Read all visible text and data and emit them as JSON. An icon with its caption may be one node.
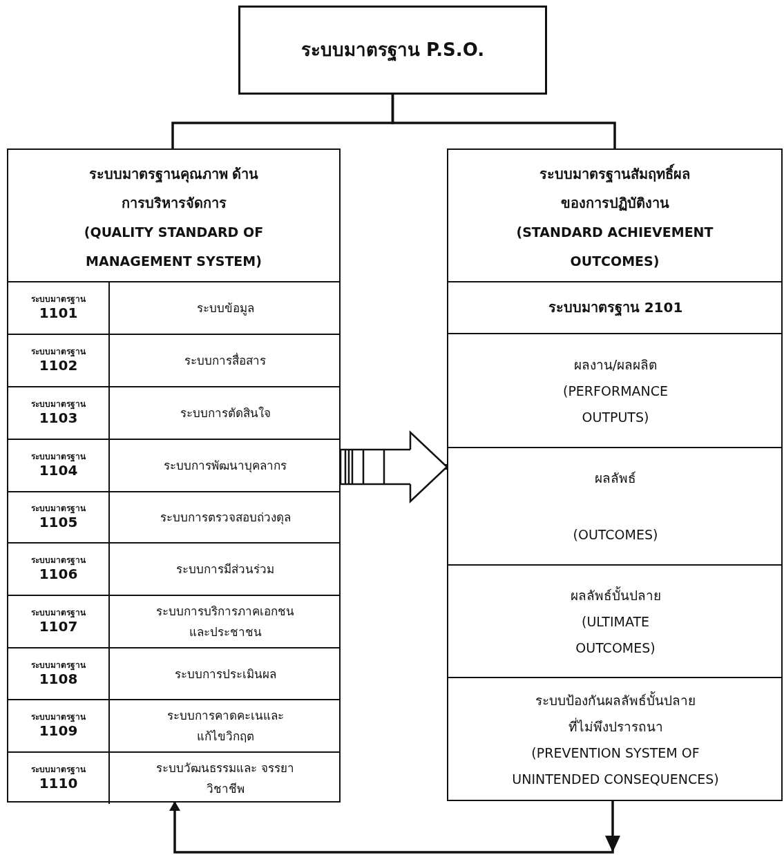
{
  "diagram": {
    "nodes": [
      {
        "text": [
          "ระบบมาตรฐาน P.S.O."
        ]
      },
      {
        "text": [
          "ระบบมาตรฐานคุณภาพ ด้านการบริหารจัดการ",
          "(QUALITY STANDARD OF MANAGEMENT SYSTEM)"
        ]
      },
      {
        "text": [
          "ระบบมาตรฐาน",
          "1101"
        ],
        "in": 1
      },
      {
        "text": [
          "ระบบข้อมูล"
        ],
        "in": 1
      },
      {
        "text": [
          "ระบบมาตรฐาน",
          "1102"
        ],
        "in": 1
      },
      {
        "text": [
          "ระบบการสื่อสาร"
        ],
        "in": 1
      },
      {
        "text": [
          "ระบบมาตรฐาน",
          "1103"
        ],
        "in": 1
      },
      {
        "text": [
          "ระบบการตัดสินใจ"
        ],
        "in": 1
      },
      {
        "text": [
          "ระบบมาตรฐาน",
          "1104"
        ],
        "in": 1
      },
      {
        "text": [
          "ระบบการพัฒนาบุคลากร"
        ],
        "in": 1
      },
      {
        "text": [
          "ระบบมาตรฐาน",
          "1105"
        ],
        "in": 1
      },
      {
        "text": [
          "ระบบการตรวจสอบถ่วงดุล"
        ],
        "in": 1
      },
      {
        "text": [
          "ระบบมาตรฐาน",
          "1106"
        ],
        "in": 1
      },
      {
        "text": [
          "ระบบการมีส่วนร่วม"
        ],
        "in": 1
      },
      {
        "text": [
          "ระบบมาตรฐาน",
          "1107"
        ],
        "in": 1
      },
      {
        "text": [
          "ระบบการบริการภาคเอกชน และประชาชน"
        ],
        "in": 1
      },
      {
        "text": [
          "ระบบมาตรฐาน",
          "1108"
        ],
        "in": 1
      },
      {
        "text": [
          "ระบบการประเมินผล"
        ],
        "in": 1
      },
      {
        "text": [
          "ระบบมาตรฐาน",
          "1109"
        ],
        "in": 1
      },
      {
        "text": [
          "ระบบการคาดคะเนและ แก้ไขวิกฤต"
        ],
        "in": 1
      },
      {
        "text": [
          "ระบบมาตรฐาน",
          "1110"
        ],
        "in": 1
      },
      {
        "text": [
          "ระบบวัฒนธรรมและ จรรยาวิชาชีพ"
        ],
        "in": 1
      },
      {
        "text": [
          "ระบบมาตรฐานสัมฤทธิ์ผล ของการปฏิบัติงาน",
          "(STANDARD ACHIEVEMENT OUTCOMES)"
        ]
      },
      {
        "text": [
          "ระบบมาตรฐาน 2101"
        ],
        "in": 22
      },
      {
        "text": [
          "ผลงาน/ผลผลิต",
          "(PERFORMANCE OUTPUTS)"
        ],
        "in": 22
      },
      {
        "text": [
          "ผลลัพธ์",
          "(OUTCOMES)"
        ],
        "in": 22
      },
      {
        "text": [
          "ผลลัพธ์บั้นปลาย",
          "(ULTIMATE OUTCOMES)"
        ],
        "in": 22
      },
      {
        "text": [
          "ระบบป้องกันผลลัพธ์บั้นปลาย ที่ไม่พึงปรารถนา",
          "(PREVENTION SYSTEM OF UNINTENDED CONSEQUENCES)"
        ],
        "in": 22
      }
    ],
    "edges": [
      {
        "from": 0,
        "to": 1,
        "arrow": "none"
      },
      {
        "from": 0,
        "to": 22,
        "arrow": "none"
      },
      {
        "from": 1,
        "to": 22,
        "arrow": "to",
        "style": "thick"
      },
      {
        "from": 22,
        "to": 1,
        "arrow": "to"
      }
    ]
  }
}
